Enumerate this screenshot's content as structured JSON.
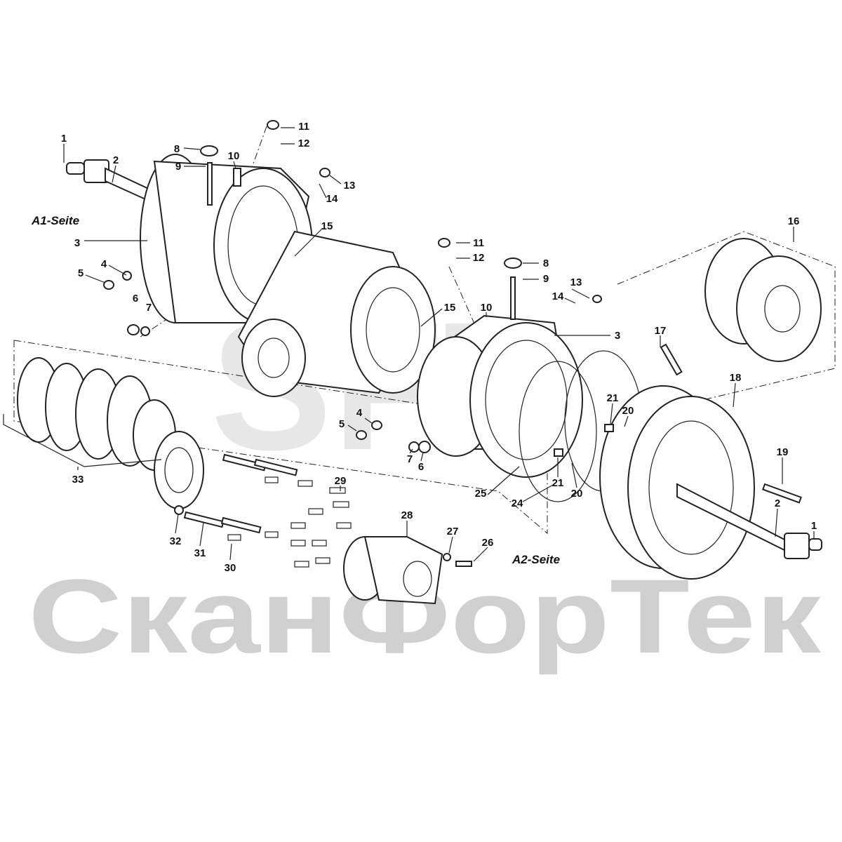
{
  "diagram": {
    "side_labels": {
      "a1": "A1-Seite",
      "a2": "A2-Seite"
    },
    "watermark": {
      "logo": "SFT",
      "text": "СканФорТек"
    },
    "callouts": [
      "1",
      "2",
      "3",
      "4",
      "5",
      "6",
      "7",
      "8",
      "9",
      "10",
      "11",
      "12",
      "13",
      "14",
      "15",
      "11",
      "12",
      "8",
      "9",
      "13",
      "14",
      "15",
      "10",
      "3",
      "16",
      "17",
      "18",
      "21",
      "20",
      "4",
      "5",
      "7",
      "6",
      "21",
      "20",
      "25",
      "24",
      "19",
      "2",
      "1",
      "33",
      "29",
      "28",
      "27",
      "26",
      "32",
      "31",
      "30"
    ]
  }
}
